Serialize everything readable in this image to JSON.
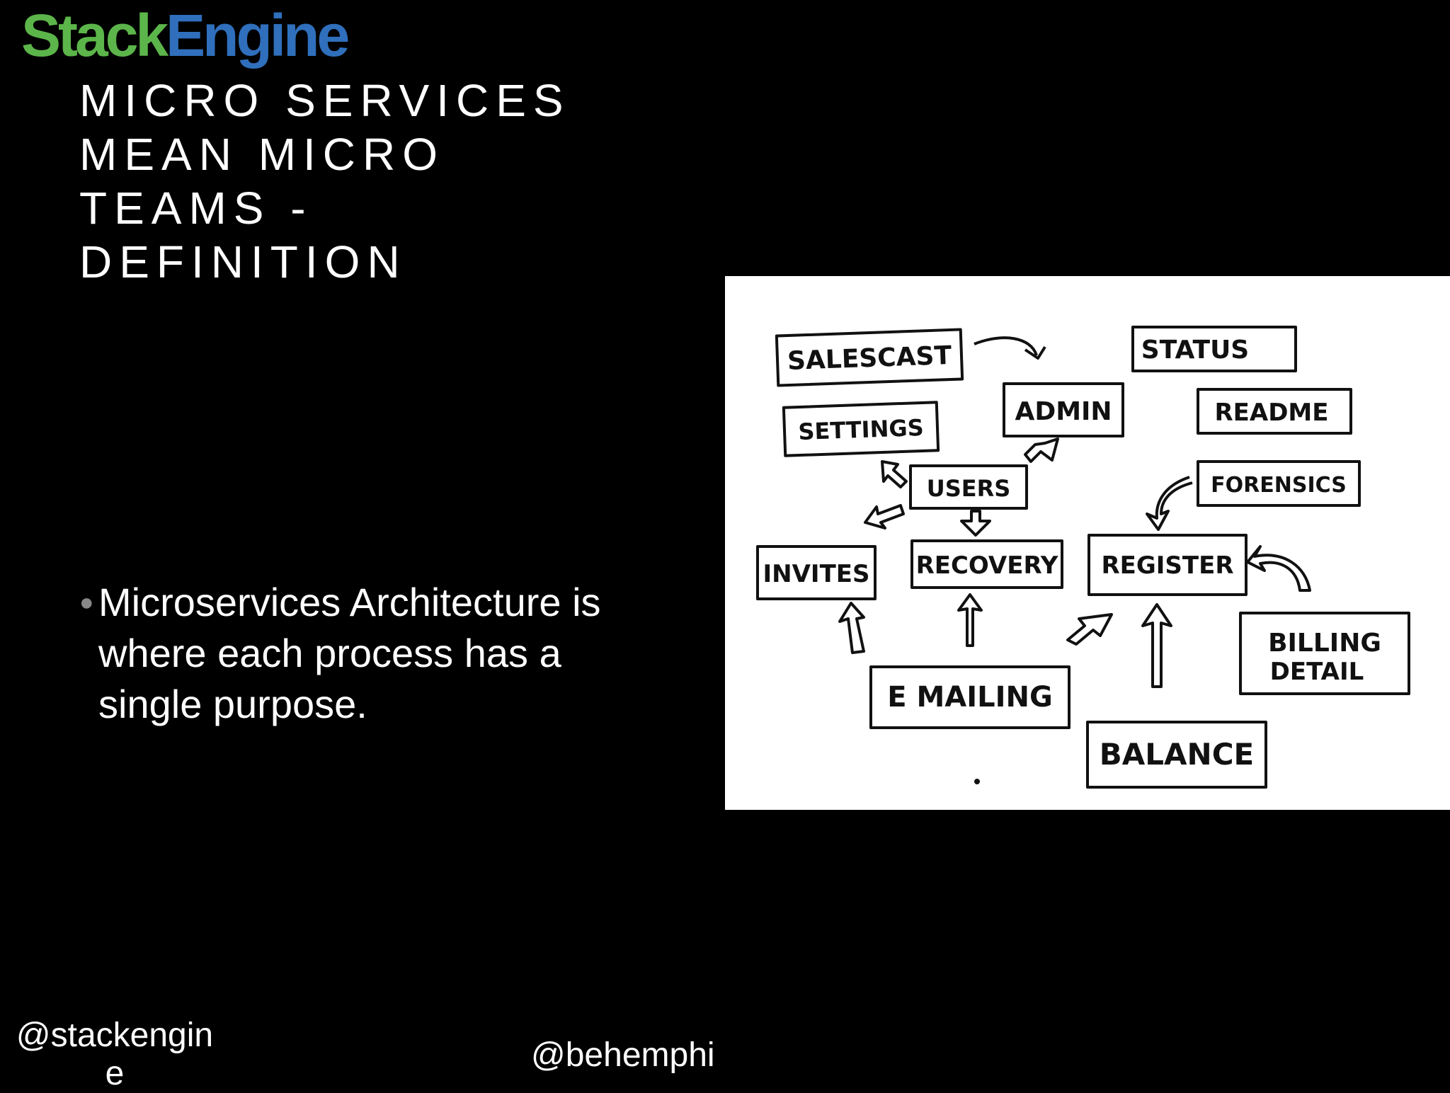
{
  "logo": {
    "part1": "Stack",
    "part2": "Engine",
    "colors": {
      "stack": "#5cb54a",
      "engine": "#2f6fbc"
    }
  },
  "title": {
    "lines": [
      "MICRO SERVICES",
      "MEAN MICRO",
      "TEAMS -",
      "DEFINITION"
    ]
  },
  "bullet": {
    "text": "Microservices Architecture is where each process has a single purpose."
  },
  "diagram": {
    "boxes": {
      "salescast": "SALESCAST",
      "status": "STATUS",
      "admin": "ADMIN",
      "readme": "README",
      "settings": "SETTINGS",
      "users": "USERS",
      "forensics": "FORENSICS",
      "invites": "INVITES",
      "recovery": "RECOVERY",
      "register": "REGISTER",
      "billing_line1": "BILLING",
      "billing_line2": "DETAIL",
      "emailing": "E MAILING",
      "balance": "BALANCE"
    }
  },
  "footer": {
    "left": "@stackengine",
    "right": "@behemphi"
  }
}
